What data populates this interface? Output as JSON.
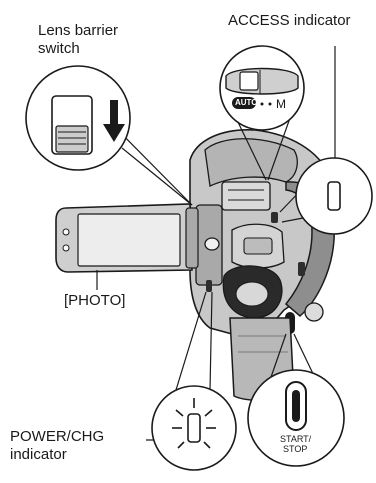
{
  "labels": {
    "lens_barrier_line1": "Lens barrier",
    "lens_barrier_line2": "switch",
    "access_indicator": "ACCESS indicator",
    "photo_button": "[PHOTO]",
    "power_chg_line1": "POWER/CHG",
    "power_chg_line2": "indicator",
    "mode_auto": "AUTO",
    "mode_m": "M",
    "start_stop_line1": "START/",
    "start_stop_line2": "STOP"
  },
  "icons": {
    "barrier_arrow": "arrow-down-icon",
    "power_glow": "indicator-glow-icon"
  },
  "colors": {
    "ink": "#1a1a1a",
    "body_gray": "#bdbdbd",
    "body_shadow": "#8a8a8a",
    "light_gray": "#e6e6e6"
  }
}
